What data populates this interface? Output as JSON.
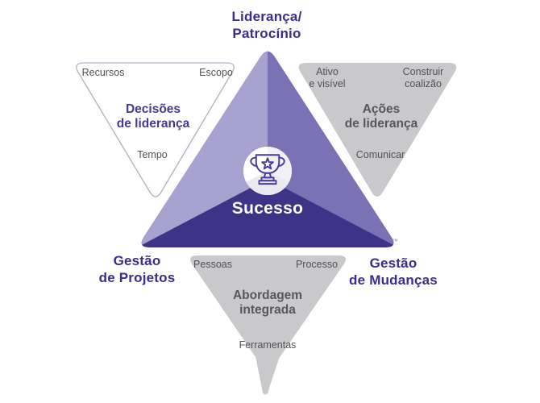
{
  "top_label": {
    "line1": "Liderança/",
    "line2": "Patrocínio"
  },
  "project_label": {
    "line1": "Gestão",
    "line2": "de Projetos"
  },
  "change_label": {
    "line1": "Gestão",
    "line2": "de Mudanças"
  },
  "success_label": "Sucesso",
  "trademark": "™",
  "center_icon": "trophy-icon",
  "leadership_decisions": {
    "corner_top_left": "Recursos",
    "corner_top_right": "Escopo",
    "center_line1": "Decisões",
    "center_line2": "de liderança",
    "corner_bottom": "Tempo"
  },
  "leadership_actions": {
    "corner_top_left_line1": "Ativo",
    "corner_top_left_line2": "e visível",
    "corner_top_right_line1": "Construir",
    "corner_top_right_line2": "coalizão",
    "center_line1": "Ações",
    "center_line2": "de liderança",
    "corner_bottom": "Comunicar"
  },
  "integrated_approach": {
    "corner_top_left": "Pessoas",
    "corner_top_right": "Processo",
    "center_line1": "Abordagem",
    "center_line2": "integrada",
    "corner_bottom": "Ferramentas"
  },
  "colors": {
    "region_left": "#a8a2d1",
    "region_right": "#7b72b6",
    "region_bottom": "#3e3487",
    "label_purple": "#3b2d8a",
    "center_label_purple": "#453a93",
    "gray_triangle_fill": "#c9c8ca",
    "gray_text": "#57575a",
    "corner_text": "#515154",
    "white_triangle_border": "#b3afc3",
    "white_triangle_fill": "#ffffff",
    "trophy_stroke": "#463b99",
    "circle_sector_left": "#ffffff",
    "circle_sector_right": "#f1f0f6",
    "circle_sector_bottom": "#eae9ef",
    "trademark_gray": "#909093"
  }
}
